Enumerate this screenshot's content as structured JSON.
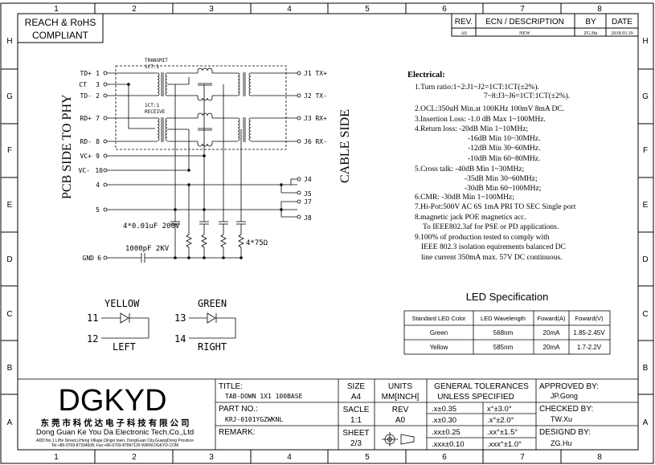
{
  "border": {
    "col_markers": [
      "1",
      "2",
      "3",
      "4",
      "5",
      "6",
      "7",
      "8"
    ],
    "row_markers": [
      "H",
      "G",
      "F",
      "E",
      "D",
      "C",
      "B",
      "A"
    ]
  },
  "compliance": {
    "line1": "REACH & RoHS",
    "line2": "COMPLIANT"
  },
  "revision_table": {
    "headers": [
      "REV.",
      "ECN / DESCRIPTION",
      "BY",
      "DATE"
    ],
    "row": [
      "A0",
      "NEW",
      "ZG.Hu",
      "2018.03.19"
    ]
  },
  "schematic": {
    "left_side_label": "PCB SIDE TO PHY",
    "right_side_label": "CABLE SIDE",
    "tx_label": "TRANSMIT",
    "tx_ratio": "1CT:1",
    "rx_ratio": "1CT:1",
    "rx_label": "RECEIVE",
    "left_pins": [
      {
        "name": "TD+",
        "num": "1"
      },
      {
        "name": "CT",
        "num": "3"
      },
      {
        "name": "TD-",
        "num": "2"
      },
      {
        "name": "RD+",
        "num": "7"
      },
      {
        "name": "RD-",
        "num": "8"
      },
      {
        "name": "VC+",
        "num": "9"
      },
      {
        "name": "VC-",
        "num": "10"
      },
      {
        "name": "",
        "num": "4"
      },
      {
        "name": "",
        "num": "5"
      }
    ],
    "gnd_label": "GND",
    "gnd_num": "6",
    "right_pins": [
      "J1 TX+",
      "J2 TX-",
      "J3 RX+",
      "J6 RX-",
      "J4",
      "J5",
      "J7",
      "J8"
    ],
    "cap_array_label": "4*0.01uF 200V",
    "res_array_label": "4*75Ω",
    "hv_cap_label": "1000pF 2KV",
    "led_yellow": {
      "label": "YELLOW",
      "anode": "11",
      "cathode": "12",
      "side": "LEFT"
    },
    "led_green": {
      "label": "GREEN",
      "anode": "13",
      "cathode": "14",
      "side": "RIGHT"
    }
  },
  "electrical": {
    "title": "Electrical:",
    "lines": [
      "1.Turn ratio:1~2:J1~J2=1CT:1CT(±2%).",
      "7~8:J3~J6=1CT:1CT(±2%).",
      "2.OCL:350uH Min.at 100KHz 100mV 8mA DC.",
      "3.Insertion Loss: -1.0 dB Max 1~100MHz.",
      "4.Return loss: -20dB Min 1~10MHz;",
      "-16dB Min 10~30MHz.",
      "-12dB Min 30~60MHz.",
      "-10dB Min 60~80MHz.",
      "5.Cross talk: -40dB Min 1~30MHz;",
      "-35dB Min 30~60MHz;",
      "-30dB Min 60~100MHz;",
      "6.CMR: -30dB Min 1~100MHz;",
      "7.Hi-Pot:500V AC  6S 1mA PRI TO SEC Single port",
      "8.magnetic jack POE magnetics acc.",
      "To IEEE802.3af for  PSE or  PD   applications.",
      "9.100% of production tested to comply with",
      "IEEE 802.3 isolation equirements balanced DC",
      "line current 350mA max. 57V DC continuous."
    ]
  },
  "led_spec": {
    "title": "LED Specification",
    "headers": [
      "Standard LED Color",
      "LED Wavelength",
      "Foward(A)",
      "Foward(V)"
    ],
    "rows": [
      [
        "Green",
        "568nm",
        "20mA",
        "1.85-2.45V"
      ],
      [
        "Yellow",
        "585nm",
        "20mA",
        "1.7-2.2V"
      ]
    ]
  },
  "title_block": {
    "logo": "DGKYD",
    "company_cn": "东 莞 市 科 优 达 电 子 科 技 有 限 公 司",
    "company_en": "Dong Guan Ke You Da Electronic Tech.Co.,Ltd",
    "address1": "ADD:No.1 LiHe Street,LiHeng Village,Qingxi town, DongGuan City,GuangDong Province",
    "address2": "Tel:+86-0769-87334608; Fax:+86-0769-87847129 WWW.DGKYD.COM",
    "title_label": "TITLE:",
    "title_value": "TAB-DOWN 1X1 100BASE",
    "part_label": "PART NO.:",
    "part_value": "KRJ-0101YGZWKNL",
    "remark_label": "REMARK:",
    "size_label": "SIZE",
    "size_value": "A4",
    "units_label": "UNITS",
    "units_value": "MM[INCH]",
    "scale_label": "SACLE",
    "scale_value": "1:1",
    "rev_label": "REV",
    "rev_value": "A0",
    "sheet_label": "SHEET",
    "sheet_value": "2/3",
    "tol_title1": "GENERAL TOLERANCES",
    "tol_title2": "UNLESS SPECIFIED",
    "tolerances": [
      [
        ".x±0.35",
        "x°±3.0°"
      ],
      [
        ".x±0.30",
        ".x°±2.0°"
      ],
      [
        ".xx±0.25",
        ".xx°±1.5°"
      ],
      [
        ".xxx±0.10",
        ".xxx°±1.0°"
      ]
    ],
    "approved_label": "APPROVED BY:",
    "approved_value": "JP.Gong",
    "checked_label": "CHECKED BY:",
    "checked_value": "TW.Xu",
    "designed_label": "DESIGND BY:",
    "designed_value": "ZG.Hu"
  }
}
